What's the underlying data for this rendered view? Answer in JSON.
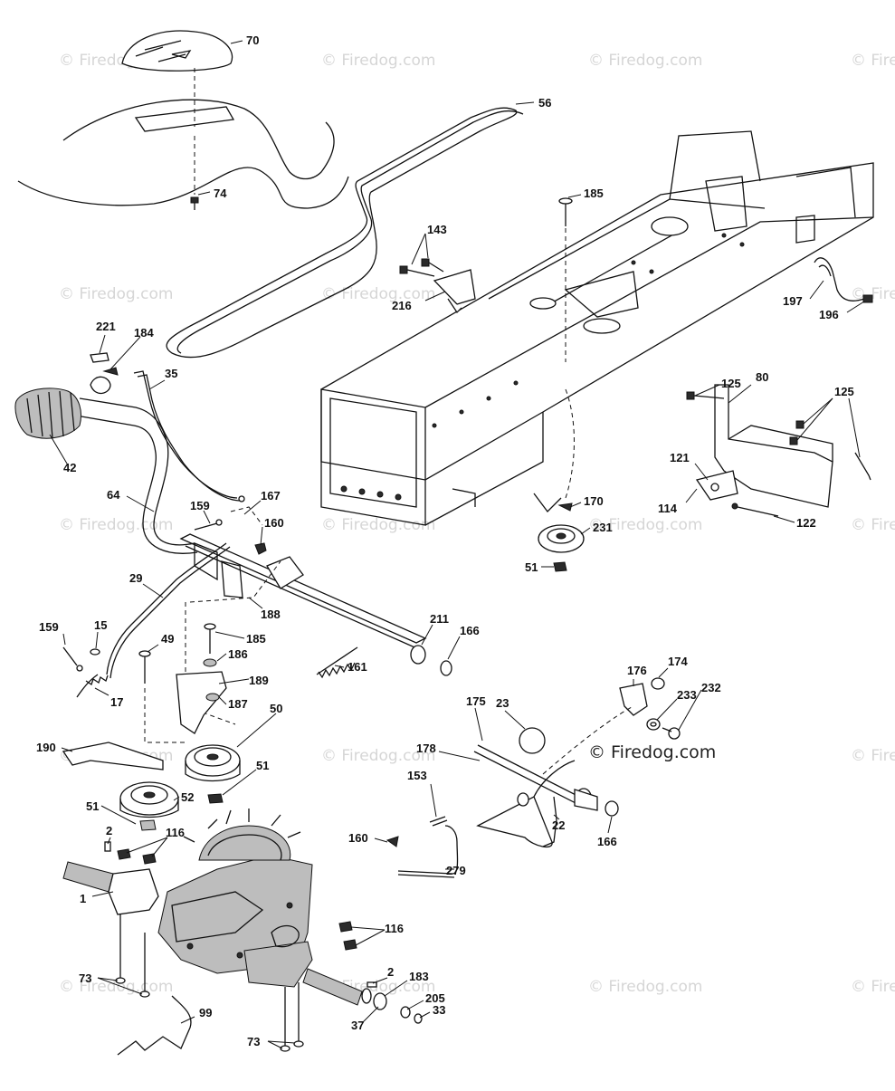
{
  "watermark": "© Firedog.com",
  "brand_mark": "© Firedog.com",
  "labels": {
    "p70": "70",
    "p56": "56",
    "p74": "74",
    "p185a": "185",
    "p143": "143",
    "p216": "216",
    "p197": "197",
    "p196": "196",
    "p221": "221",
    "p184": "184",
    "p35": "35",
    "p42": "42",
    "p125a": "125",
    "p80": "80",
    "p125b": "125",
    "p121": "121",
    "p114": "114",
    "p122": "122",
    "p64": "64",
    "p159a": "159",
    "p167": "167",
    "p160a": "160",
    "p170": "170",
    "p231": "231",
    "p51a": "51",
    "p29": "29",
    "p188": "188",
    "p159b": "159",
    "p15": "15",
    "p49": "49",
    "p185b": "185",
    "p186": "186",
    "p211": "211",
    "p166a": "166",
    "p161": "161",
    "p17": "17",
    "p189": "189",
    "p187": "187",
    "p176": "176",
    "p174": "174",
    "p23": "23",
    "p233": "233",
    "p232": "232",
    "p50": "50",
    "p175": "175",
    "p190": "190",
    "p51b": "51",
    "p178": "178",
    "p52": "52",
    "p153": "153",
    "p51c": "51",
    "p22": "22",
    "p166b": "166",
    "p2a": "2",
    "p116a": "116",
    "p160b": "160",
    "p279": "279",
    "p1": "1",
    "p116b": "116",
    "p73a": "73",
    "p2b": "2",
    "p183": "183",
    "p205": "205",
    "p33": "33",
    "p99": "99",
    "p37": "37",
    "p73b": "73"
  }
}
